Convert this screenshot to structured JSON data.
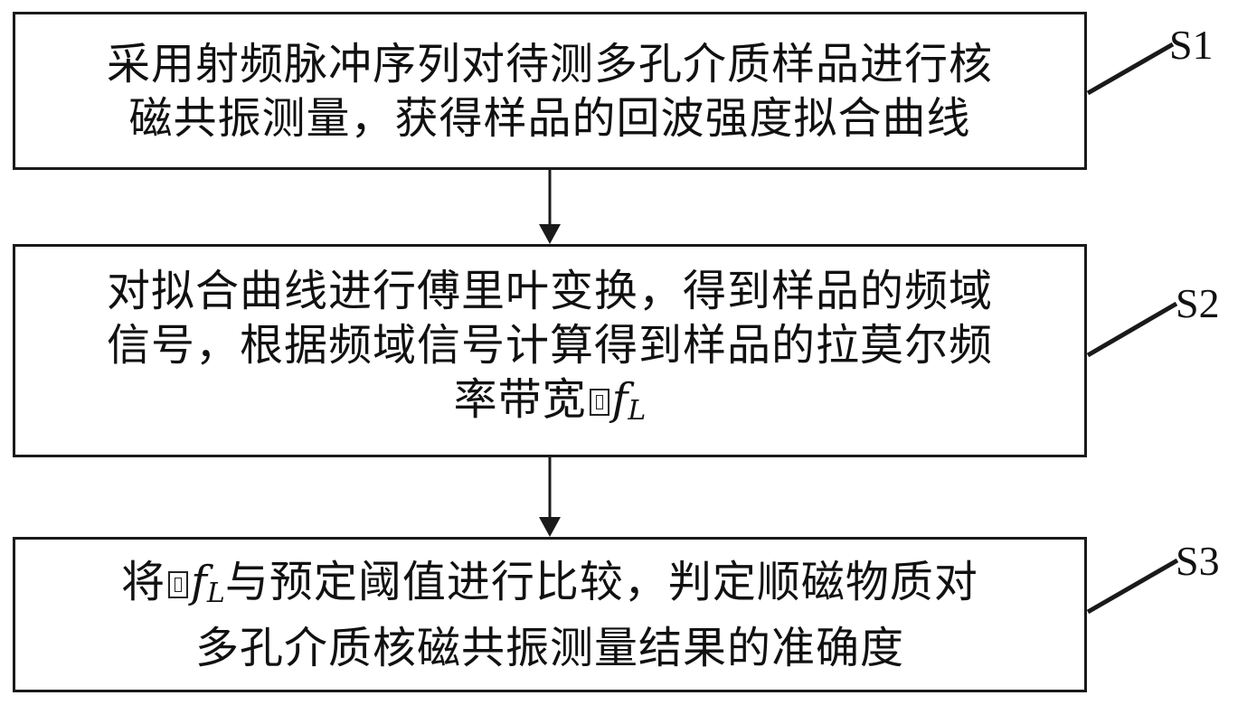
{
  "steps": [
    {
      "id": "S1",
      "label": "S1",
      "lines": [
        "采用射频脉冲序列对待测多孔介质样品进行核",
        "磁共振测量，获得样品的回波强度拟合曲线"
      ]
    },
    {
      "id": "S2",
      "label": "S2",
      "lines": [
        "对拟合曲线进行傅里叶变换，得到样品的频域",
        "信号，根据频域信号计算得到样品的拉莫尔频"
      ],
      "last_line_prefix": "率带宽",
      "math_symbol": "f",
      "math_subscript": "L"
    },
    {
      "id": "S3",
      "label": "S3",
      "first_line_prefix": "将",
      "math_symbol": "f",
      "math_subscript": "L",
      "first_line_suffix": "与预定阈值进行比较，判定顺磁物质对",
      "lines": [
        "多孔介质核磁共振测量结果的准确度"
      ]
    }
  ],
  "colors": {
    "stroke": "#1a1a1a",
    "text": "#111111",
    "background": "#ffffff"
  }
}
